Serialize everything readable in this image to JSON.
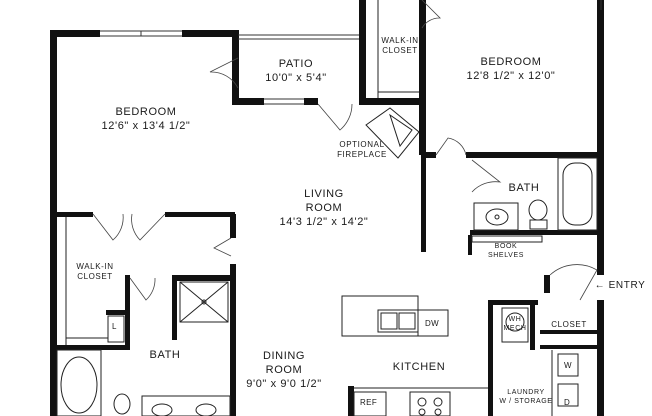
{
  "rooms": {
    "bedroom_left": {
      "name": "BEDROOM",
      "dims": "12'6\" x 13'4 1/2\""
    },
    "patio": {
      "name": "PATIO",
      "dims": "10'0\" x 5'4\""
    },
    "walkin_closet_top": {
      "line1": "WALK-IN",
      "line2": "CLOSET"
    },
    "bedroom_right": {
      "name": "BEDROOM",
      "dims": "12'8 1/2\" x 12'0\""
    },
    "fireplace": {
      "line1": "OPTIONAL",
      "line2": "FIREPLACE"
    },
    "living_room": {
      "line1": "LIVING",
      "line2": "ROOM",
      "dims": "14'3 1/2\" x 14'2\""
    },
    "bath_right": {
      "name": "BATH"
    },
    "book_shelves": {
      "line1": "BOOK",
      "line2": "SHELVES"
    },
    "walkin_closet_left": {
      "line1": "WALK-IN",
      "line2": "CLOSET"
    },
    "entry": {
      "name": "ENTRY",
      "arrow": "←"
    },
    "closet": {
      "name": "CLOSET"
    },
    "bath_left": {
      "name": "BATH"
    },
    "dining_room": {
      "line1": "DINING",
      "line2": "ROOM",
      "dims": "9'0\" x 9'0 1/2\""
    },
    "kitchen": {
      "name": "KITCHEN"
    },
    "laundry": {
      "line1": "LAUNDRY",
      "line2": "W / STORAGE"
    }
  },
  "appliances": {
    "dishwasher": "DW",
    "refrigerator": "REF",
    "water_heater_line1": "WH",
    "water_heater_line2": "MECH",
    "linen": "L",
    "washer": "W",
    "dryer": "D"
  }
}
